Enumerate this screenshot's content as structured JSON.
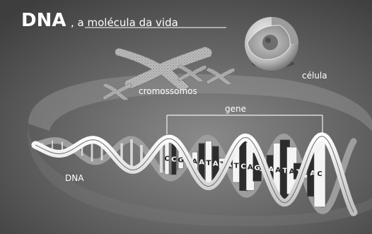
{
  "title": {
    "main": "DNA",
    "rest": ", a molécula da vida"
  },
  "labels": {
    "cell": "célula",
    "chromosomes": "cromossomos",
    "gene": "gene",
    "dna": "DNA"
  },
  "bases": [
    {
      "letter": "C",
      "shade": "light"
    },
    {
      "letter": "C",
      "shade": "dark"
    },
    {
      "letter": "G",
      "shade": "light"
    },
    {
      "letter": "T",
      "shade": "dark"
    },
    {
      "letter": "A",
      "shade": "light"
    },
    {
      "letter": "A",
      "shade": "dark"
    },
    {
      "letter": "T",
      "shade": "light"
    },
    {
      "letter": "A",
      "shade": "dark"
    },
    {
      "letter": "T",
      "shade": "light"
    },
    {
      "letter": "A",
      "shade": "dark"
    },
    {
      "letter": "T",
      "shade": "light"
    },
    {
      "letter": "C",
      "shade": "dark"
    },
    {
      "letter": "A",
      "shade": "light"
    },
    {
      "letter": "G",
      "shade": "dark"
    },
    {
      "letter": "T",
      "shade": "light"
    },
    {
      "letter": "A",
      "shade": "dark"
    },
    {
      "letter": "A",
      "shade": "light"
    },
    {
      "letter": "T",
      "shade": "dark"
    },
    {
      "letter": "A",
      "shade": "light"
    },
    {
      "letter": "T",
      "shade": "dark"
    },
    {
      "letter": "G",
      "shade": "light"
    },
    {
      "letter": "A",
      "shade": "dark"
    },
    {
      "letter": "C",
      "shade": "light"
    }
  ],
  "colors": {
    "background": "#5e5e5e",
    "ribbon": "#e6e6e6",
    "base_light": "#f4f4f4",
    "base_dark": "#2c2c2c",
    "label": "#ffffff"
  }
}
